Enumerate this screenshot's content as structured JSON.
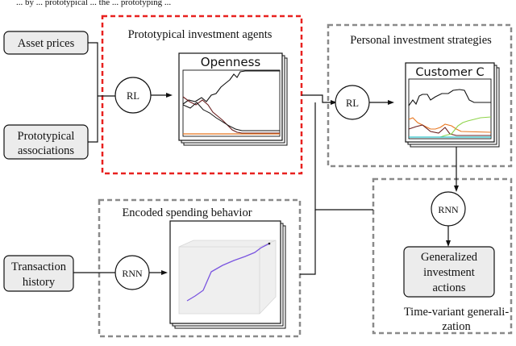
{
  "caption_fragment": "... by ... prototypical ... the ... prototyping ...",
  "inputs": {
    "asset_prices": "Asset prices",
    "prototypical_associations": [
      "Prototypical",
      "associations"
    ],
    "transaction_history": [
      "Transaction",
      "history"
    ]
  },
  "nodes": {
    "rl_left": "RL",
    "rl_right": "RL",
    "rnn_left": "RNN",
    "rnn_right": "RNN"
  },
  "groups": {
    "prototypical_agents": "Prototypical investment agents",
    "personal_strategies": "Personal investment strategies",
    "encoded_spending": "Encoded spending behavior",
    "time_variant": [
      "Time-variant generali-",
      "zation"
    ]
  },
  "plots": {
    "openness_title": "Openness",
    "customer_title": "Customer C"
  },
  "output": {
    "generalized_actions": [
      "Generalized",
      "investment",
      "actions"
    ]
  },
  "colors": {
    "red_dashed": "#e8211f",
    "gray_dashed": "#8a8a8a",
    "box_fill": "#ececec",
    "line_black": "#111111",
    "line_brown": "#6a1f1f",
    "line_orange": "#e8761f",
    "line_green": "#8fd44b",
    "line_cyan": "#2fc3c9",
    "line_purple": "#7a55e0"
  }
}
